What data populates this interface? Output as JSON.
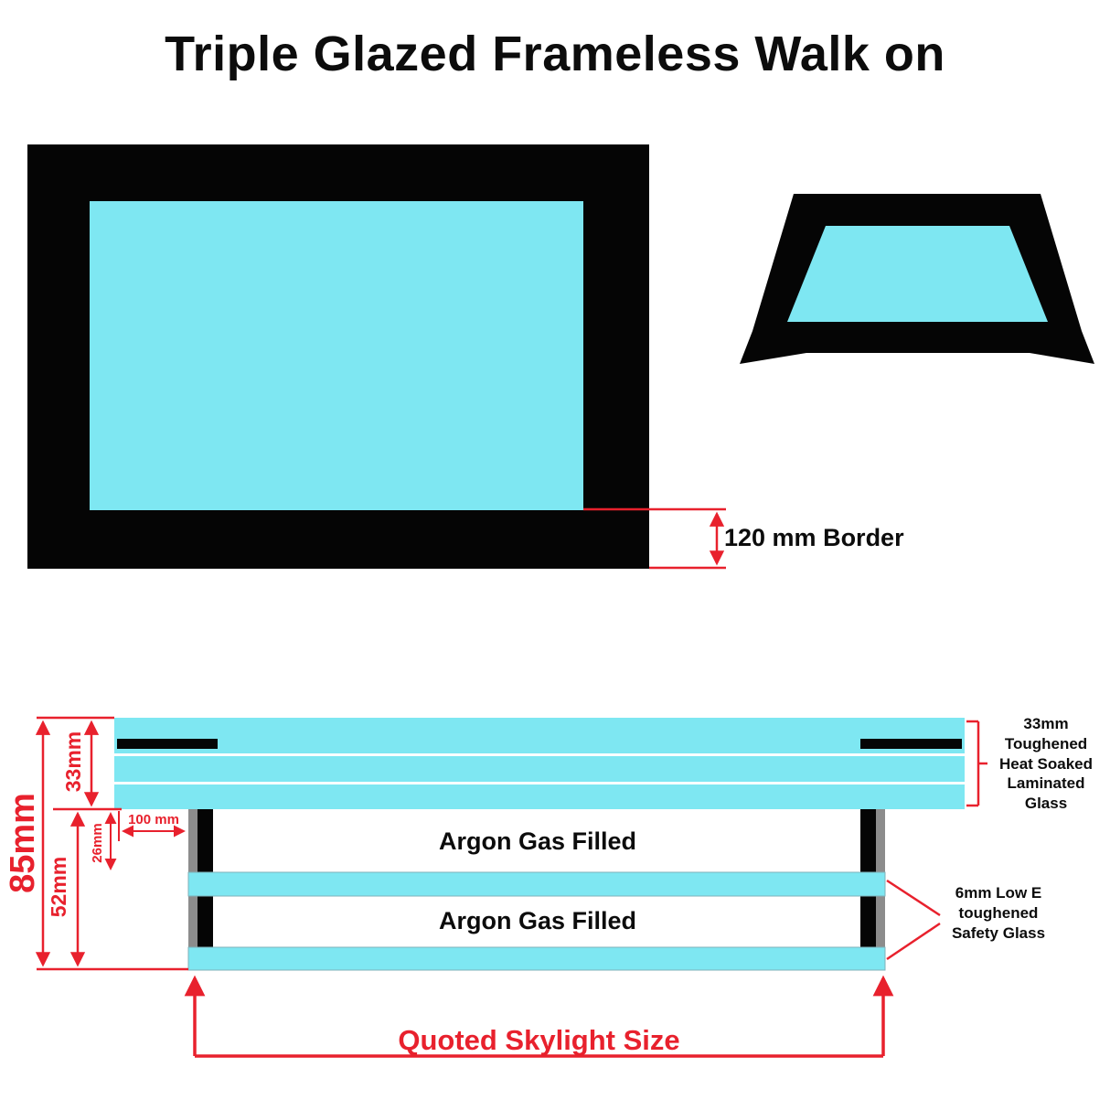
{
  "title": "Triple Glazed Frameless Walk on",
  "colors": {
    "frame": "#050505",
    "glass": "#7ee7f2",
    "red": "#e8212d",
    "spacer": "#8c8c8c",
    "ink": "#101010"
  },
  "plan": {
    "border_label": "120 mm Border"
  },
  "section": {
    "argon1": "Argon Gas Filled",
    "argon2": "Argon Gas Filled",
    "dims": {
      "total": "85mm",
      "top_unit": "33mm",
      "lower_unit": "52mm",
      "cavity": "26mm",
      "edge_offset": "100 mm"
    },
    "laminated_label": [
      "33mm",
      "Toughened",
      "Heat Soaked",
      "Laminated Glass"
    ],
    "safety_label": [
      "6mm Low E",
      "toughened",
      "Safety Glass"
    ],
    "quoted": "Quoted Skylight Size"
  }
}
